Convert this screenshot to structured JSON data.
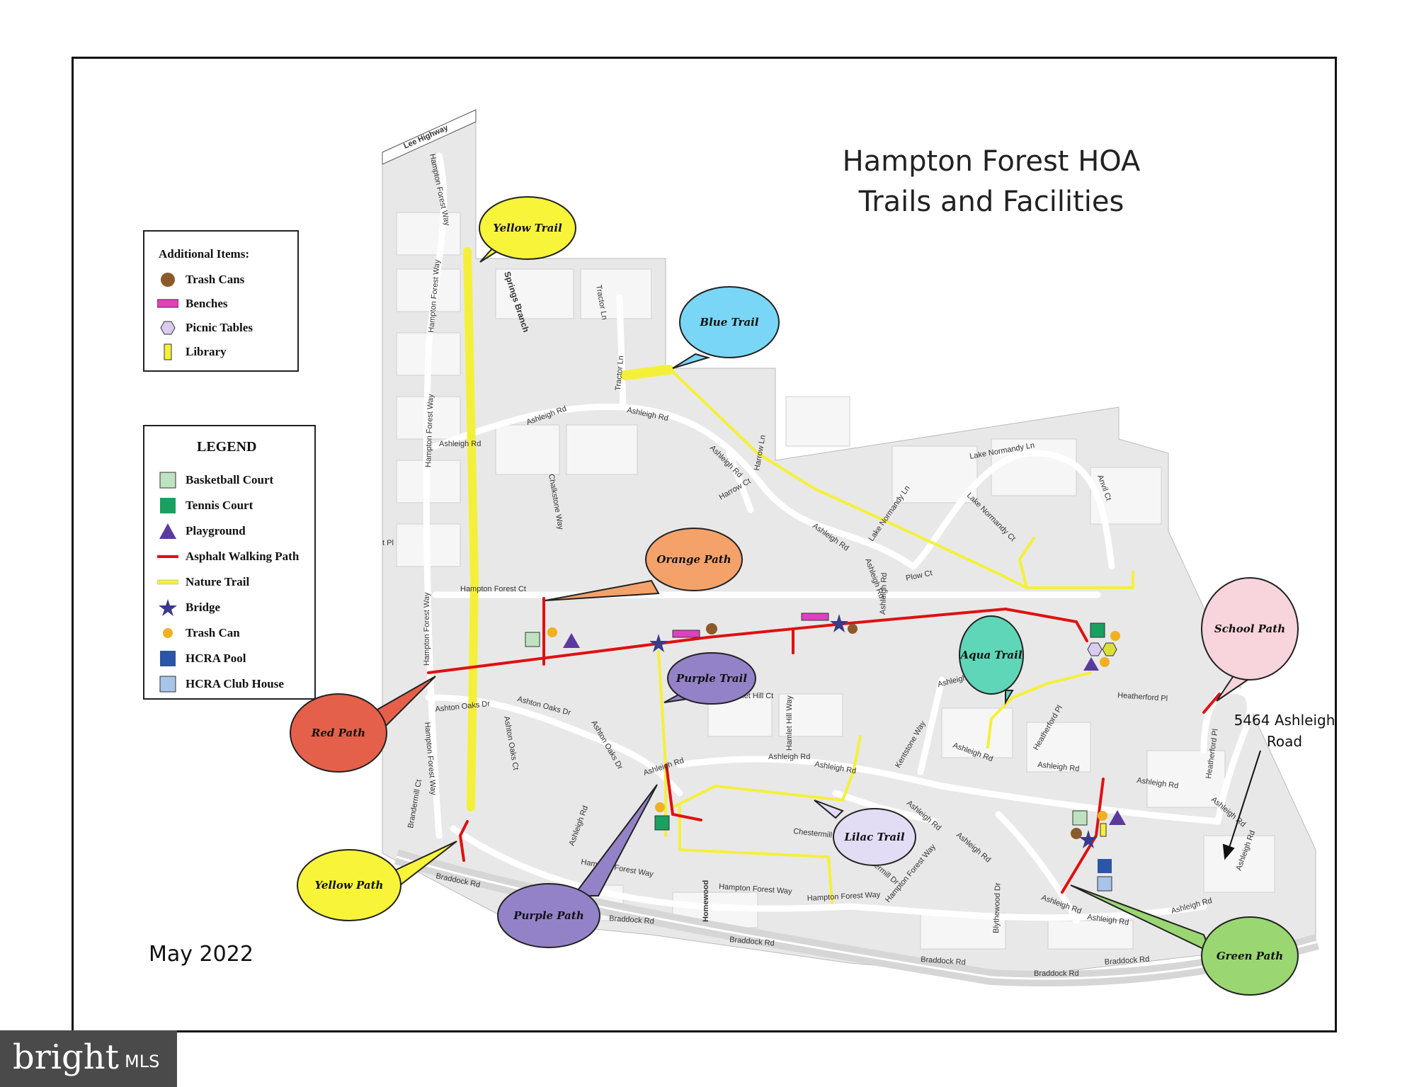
{
  "map": {
    "title_line1": "Hampton Forest HOA",
    "title_line2": "Trails and Facilities",
    "date": "May 2022",
    "address_line1": "5464 Ashleigh",
    "address_line2": "Road"
  },
  "additional_items": {
    "title": "Additional Items:",
    "items": [
      {
        "label": "Trash Cans",
        "icon": "brown-circle",
        "color": "#8b5a2b"
      },
      {
        "label": "Benches",
        "icon": "magenta-bar",
        "color": "#e040c0"
      },
      {
        "label": "Picnic Tables",
        "icon": "lavender-hexagon",
        "color": "#d8ccf0"
      },
      {
        "label": "Library",
        "icon": "yellow-bar",
        "color": "#f4f03a"
      }
    ]
  },
  "legend": {
    "title": "LEGEND",
    "items": [
      {
        "label": "Basketball Court",
        "icon": "light-green-square",
        "color": "#bfe3c0"
      },
      {
        "label": "Tennis Court",
        "icon": "green-square",
        "color": "#1aa060"
      },
      {
        "label": "Playground",
        "icon": "purple-triangle",
        "color": "#5b3aa0"
      },
      {
        "label": "Asphalt Walking Path",
        "icon": "red-line",
        "color": "#e01010"
      },
      {
        "label": "Nature Trail",
        "icon": "yellow-line",
        "color": "#f4f03a"
      },
      {
        "label": "Bridge",
        "icon": "star",
        "color": "#3a3a8a"
      },
      {
        "label": "Trash Can",
        "icon": "yellow-circle",
        "color": "#f0b020"
      },
      {
        "label": "HCRA Pool",
        "icon": "blue-square",
        "color": "#2a55a8"
      },
      {
        "label": "HCRA Club House",
        "icon": "light-blue-square",
        "color": "#a8c4e8"
      }
    ]
  },
  "callouts": {
    "yellow_trail": "Yellow Trail",
    "blue_trail": "Blue Trail",
    "orange_path": "Orange Path",
    "purple_trail": "Purple Trail",
    "aqua_trail": "Aqua Trail",
    "school_path": "School Path",
    "red_path": "Red Path",
    "lilac_trail": "Lilac Trail",
    "yellow_path": "Yellow Path",
    "purple_path": "Purple Path",
    "green_path": "Green Path"
  },
  "callout_colors": {
    "yellow_trail": "#f8f43a",
    "blue_trail": "#7ad6f6",
    "orange_path": "#f5a26a",
    "purple_trail": "#9482c8",
    "aqua_trail": "#5fd6b8",
    "school_path": "#f8d4dc",
    "red_path": "#e5604a",
    "lilac_trail": "#e2dcf4",
    "yellow_path": "#f8f43a",
    "purple_path": "#9482c8",
    "green_path": "#9ad672"
  },
  "streets": {
    "lee_highway": "Lee Highway",
    "hampton_forest_way": "Hampton Forest Way",
    "springs_branch": "Springs Branch",
    "tractor_ln": "Tractor Ln",
    "ashleigh_rd": "Ashleigh Rd",
    "chalkstone_way": "Chalkstone Way",
    "harrow_ct": "Harrow Ct",
    "harrow_ln": "Harrow Ln",
    "lake_normandy_ln": "Lake Normandy Ln",
    "lake_normandy_ct": "Lake Normandy Ct",
    "anvil_ct": "Anvil Ct",
    "plow_ct": "Plow Ct",
    "hampton_forest_ct": "Hampton Forest Ct",
    "ashton_oaks_dr": "Ashton Oaks Dr",
    "ashton_oaks_ct": "Ashton Oaks Ct",
    "hamlet_hill_ct": "Hamlet Hill Ct",
    "hamlet_hill_way": "Hamlet Hill Way",
    "ashleigh_ct": "Ashleigh Ct",
    "heatherford_pl": "Heatherford Pl",
    "kentstone_way": "Kentstone Way",
    "chestermill_dr": "Chestermill Dr",
    "braddock_rd": "Braddock Rd",
    "homewood": "Homewood",
    "blythewood_dr": "Blythewood Dr",
    "brandermill_ct": "Brandermill Ct",
    "pl_fragment": "t Pl"
  },
  "watermark": {
    "brand": "bright",
    "suffix": "MLS"
  }
}
